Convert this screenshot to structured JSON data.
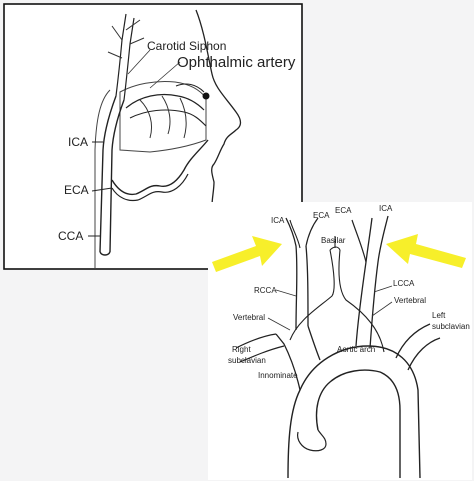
{
  "head_figure": {
    "labels": {
      "carotid_siphon": "Carotid Siphon",
      "ophthalmic_artery": "Ophthalmic artery",
      "ica": "ICA",
      "eca": "ECA",
      "cca": "CCA"
    }
  },
  "arch_figure": {
    "labels": {
      "ica_left": "ICA",
      "eca_left": "ECA",
      "eca_right": "ECA",
      "ica_right": "ICA",
      "basilar": "Basilar",
      "rcca": "RCCA",
      "lcca": "LCCA",
      "vertebral_right": "Vertebral",
      "vertebral_left": "Vertebral",
      "right_subclavian_1": "Right",
      "right_subclavian_2": "subclavian",
      "left_subclavian_1": "Left",
      "left_subclavian_2": "subclavian",
      "aortic_arch": "Aortic arch",
      "innominate": "Innominate"
    },
    "arrow_color": "#f7ef2a"
  }
}
